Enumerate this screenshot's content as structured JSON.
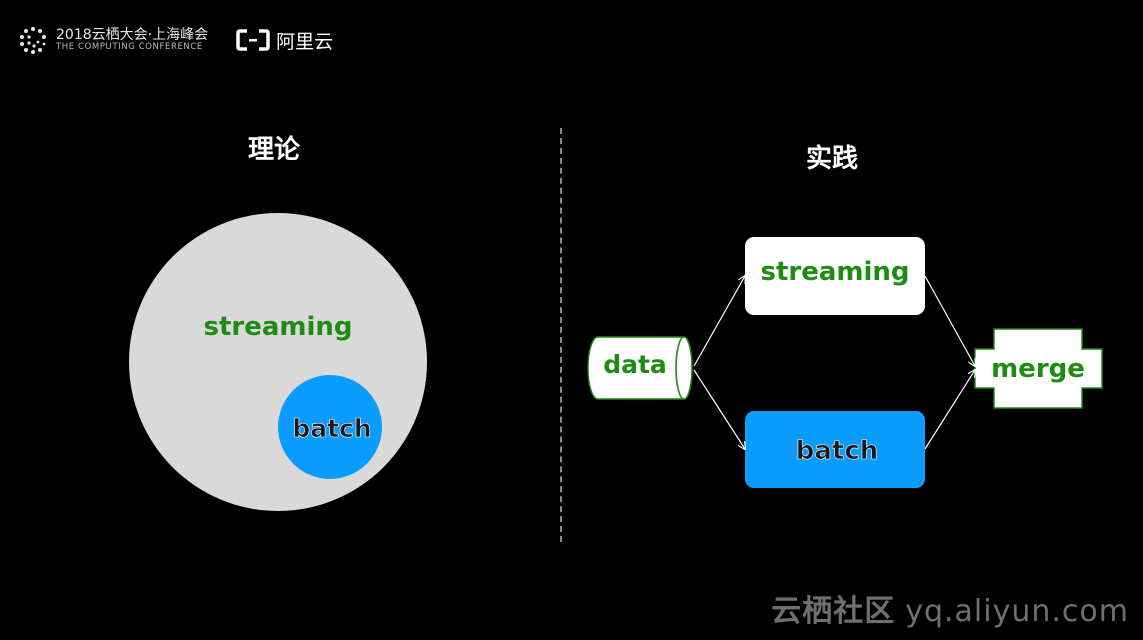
{
  "header": {
    "conference_title": "2018云栖大会·上海峰会",
    "conference_subtitle": "THE COMPUTING CONFERENCE",
    "brand_name": "阿里云"
  },
  "left": {
    "title": "理论",
    "outer_label": "streaming",
    "inner_label": "batch"
  },
  "right": {
    "title": "实践",
    "source_label": "data",
    "stream_label": "streaming",
    "batch_label": "batch",
    "merge_label": "merge"
  },
  "footer": {
    "brand": "云栖社区",
    "domain": "yq.aliyun.com"
  },
  "colors": {
    "background": "#000000",
    "green_text": "#1e8c12",
    "blue": "#0a9cff",
    "light_gray": "#d9d9d9",
    "white": "#ffffff"
  }
}
